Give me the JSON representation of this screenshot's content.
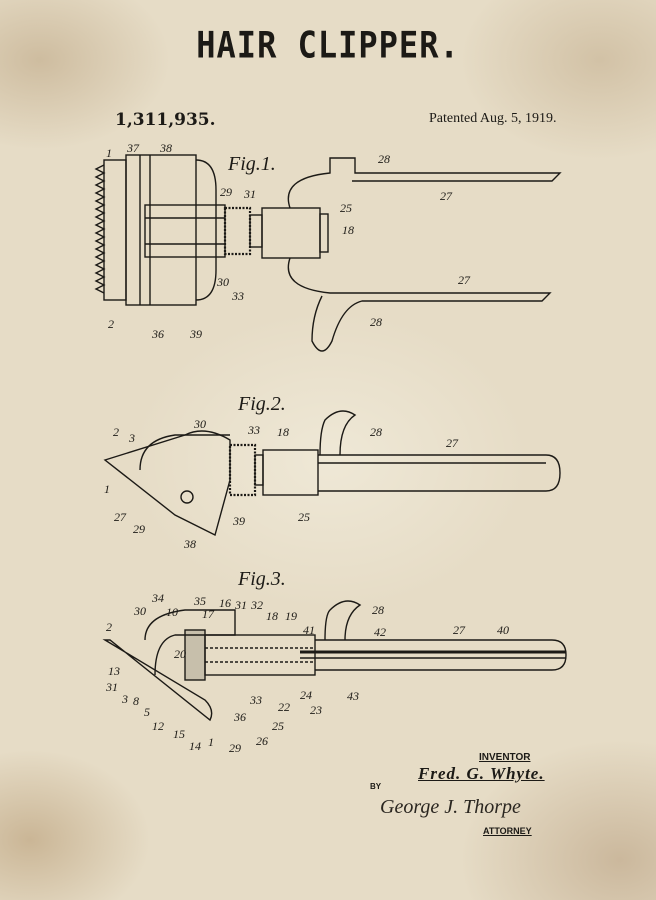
{
  "title": "HAIR CLIPPER.",
  "patent_number": "1,311,935.",
  "patent_date": "Patented Aug. 5, 1919.",
  "figures": [
    {
      "label": "Fig.1.",
      "numerals": [
        "1",
        "37",
        "38",
        "28",
        "27",
        "29",
        "31",
        "25",
        "18",
        "30",
        "33",
        "27",
        "28",
        "2",
        "36",
        "39"
      ]
    },
    {
      "label": "Fig.2.",
      "numerals": [
        "2",
        "3",
        "30",
        "33",
        "18",
        "28",
        "27",
        "1",
        "27",
        "29",
        "38",
        "39",
        "25"
      ]
    },
    {
      "label": "Fig.3.",
      "numerals": [
        "34",
        "35",
        "16",
        "31",
        "32",
        "10",
        "17",
        "18",
        "19",
        "41",
        "28",
        "42",
        "27",
        "40",
        "2",
        "30",
        "13",
        "31",
        "3",
        "8",
        "5",
        "12",
        "15",
        "14",
        "1",
        "29",
        "36",
        "33",
        "22",
        "26",
        "25",
        "24",
        "23",
        "43",
        "20"
      ]
    }
  ],
  "inventor": {
    "label": "INVENTOR",
    "name": "Fred. G. Whyte."
  },
  "attorney": {
    "by": "BY",
    "signature": "George J. Thorpe",
    "label": "ATTORNEY"
  },
  "colors": {
    "paper": "#e6dcc6",
    "ink": "#1c1a16"
  }
}
